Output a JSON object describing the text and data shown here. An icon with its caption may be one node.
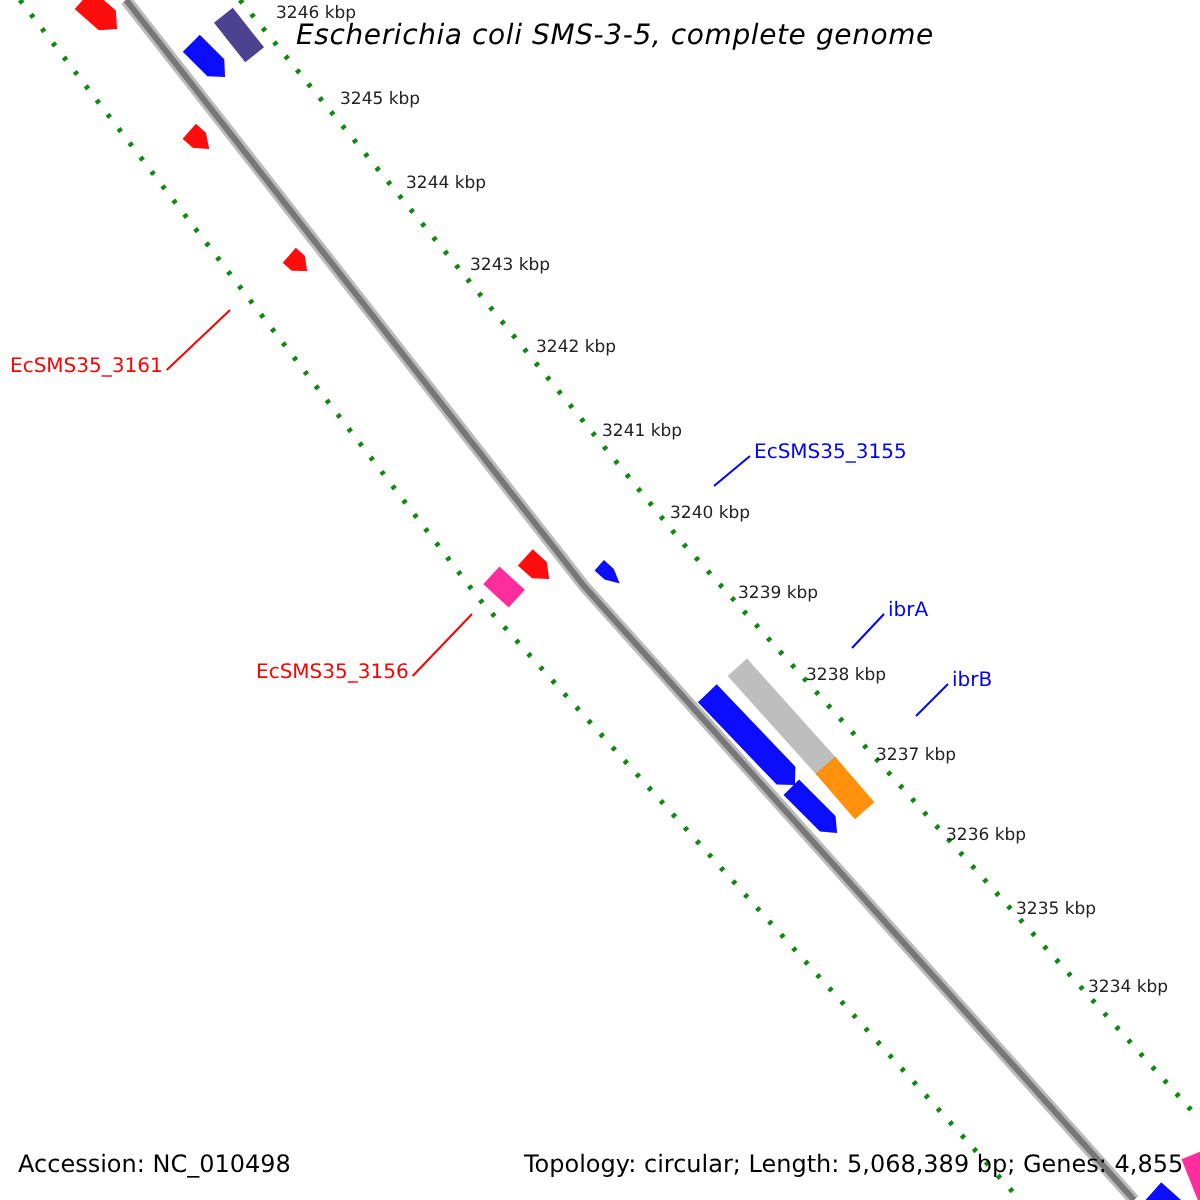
{
  "diagram": {
    "title": "Escherichia coli SMS-3-5, complete genome",
    "nodes": [
      {
        "text": [
          "EcSMS35_3161"
        ]
      },
      {
        "text": [
          "EcSMS35_3156"
        ]
      },
      {
        "text": [
          "EcSMS35_3155"
        ]
      },
      {
        "text": [
          "ibrA"
        ]
      },
      {
        "text": [
          "ibrB"
        ]
      }
    ],
    "edges": [
      {
        "from": 0,
        "to": null,
        "arrow": "none",
        "color": "#ff0000"
      },
      {
        "from": 1,
        "to": null,
        "arrow": "none",
        "color": "#ff0000"
      },
      {
        "from": 2,
        "to": null,
        "arrow": "none",
        "color": "#0000ff"
      },
      {
        "from": 3,
        "to": null,
        "arrow": "none",
        "color": "#0000ff"
      },
      {
        "from": 4,
        "to": null,
        "arrow": "none",
        "color": "#0000ff"
      }
    ],
    "labels": [
      "3246 kbp",
      "3245 kbp",
      "3244 kbp",
      "3243 kbp",
      "3242 kbp",
      "3241 kbp",
      "3240 kbp",
      "3239 kbp",
      "3238 kbp",
      "3237 kbp",
      "3236 kbp",
      "3235 kbp",
      "3234 kbp",
      "Accession: NC_010498",
      "Topology: circular; Length: 5,068,389 bp; Genes: 4,855"
    ]
  }
}
